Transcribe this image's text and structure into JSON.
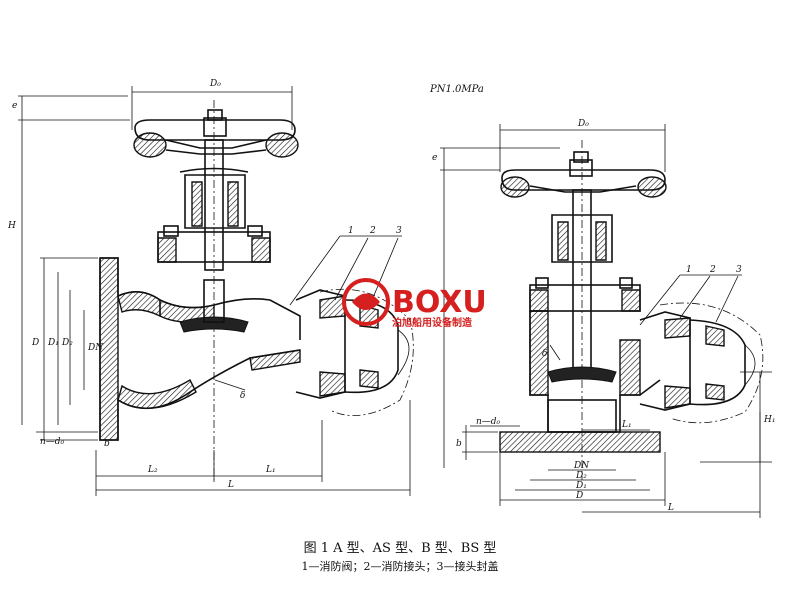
{
  "pressure_note": "PN1.0MPa",
  "caption": {
    "title": "图 1   A 型、AS 型、B 型、BS 型",
    "legend": "1—消防阀；2—消防接头；3—接头封盖"
  },
  "watermark": {
    "brand": "BOXU",
    "subtitle": "泊旭船用设备制造"
  },
  "left_view": {
    "dims": {
      "D0": "D₀",
      "H": "H",
      "e": "e",
      "D": "D",
      "D1": "D₁",
      "D2": "D₂",
      "DN": "DN",
      "n_d0": "n—d₀",
      "b": "b",
      "L2": "L₂",
      "L1": "L₁",
      "L": "L",
      "delta": "δ"
    },
    "callouts": [
      "1",
      "2",
      "3"
    ]
  },
  "right_view": {
    "dims": {
      "D0": "D₀",
      "e": "e",
      "n_d0": "n—d₀",
      "b": "b",
      "DN": "DN",
      "D2": "D₂",
      "D1": "D₁",
      "D": "D",
      "L1": "L₁",
      "L": "L",
      "H1": "H₁",
      "delta": "δ"
    },
    "callouts": [
      "1",
      "2",
      "3"
    ]
  },
  "colors": {
    "line": "#111111",
    "brand_red": "#d62020"
  }
}
